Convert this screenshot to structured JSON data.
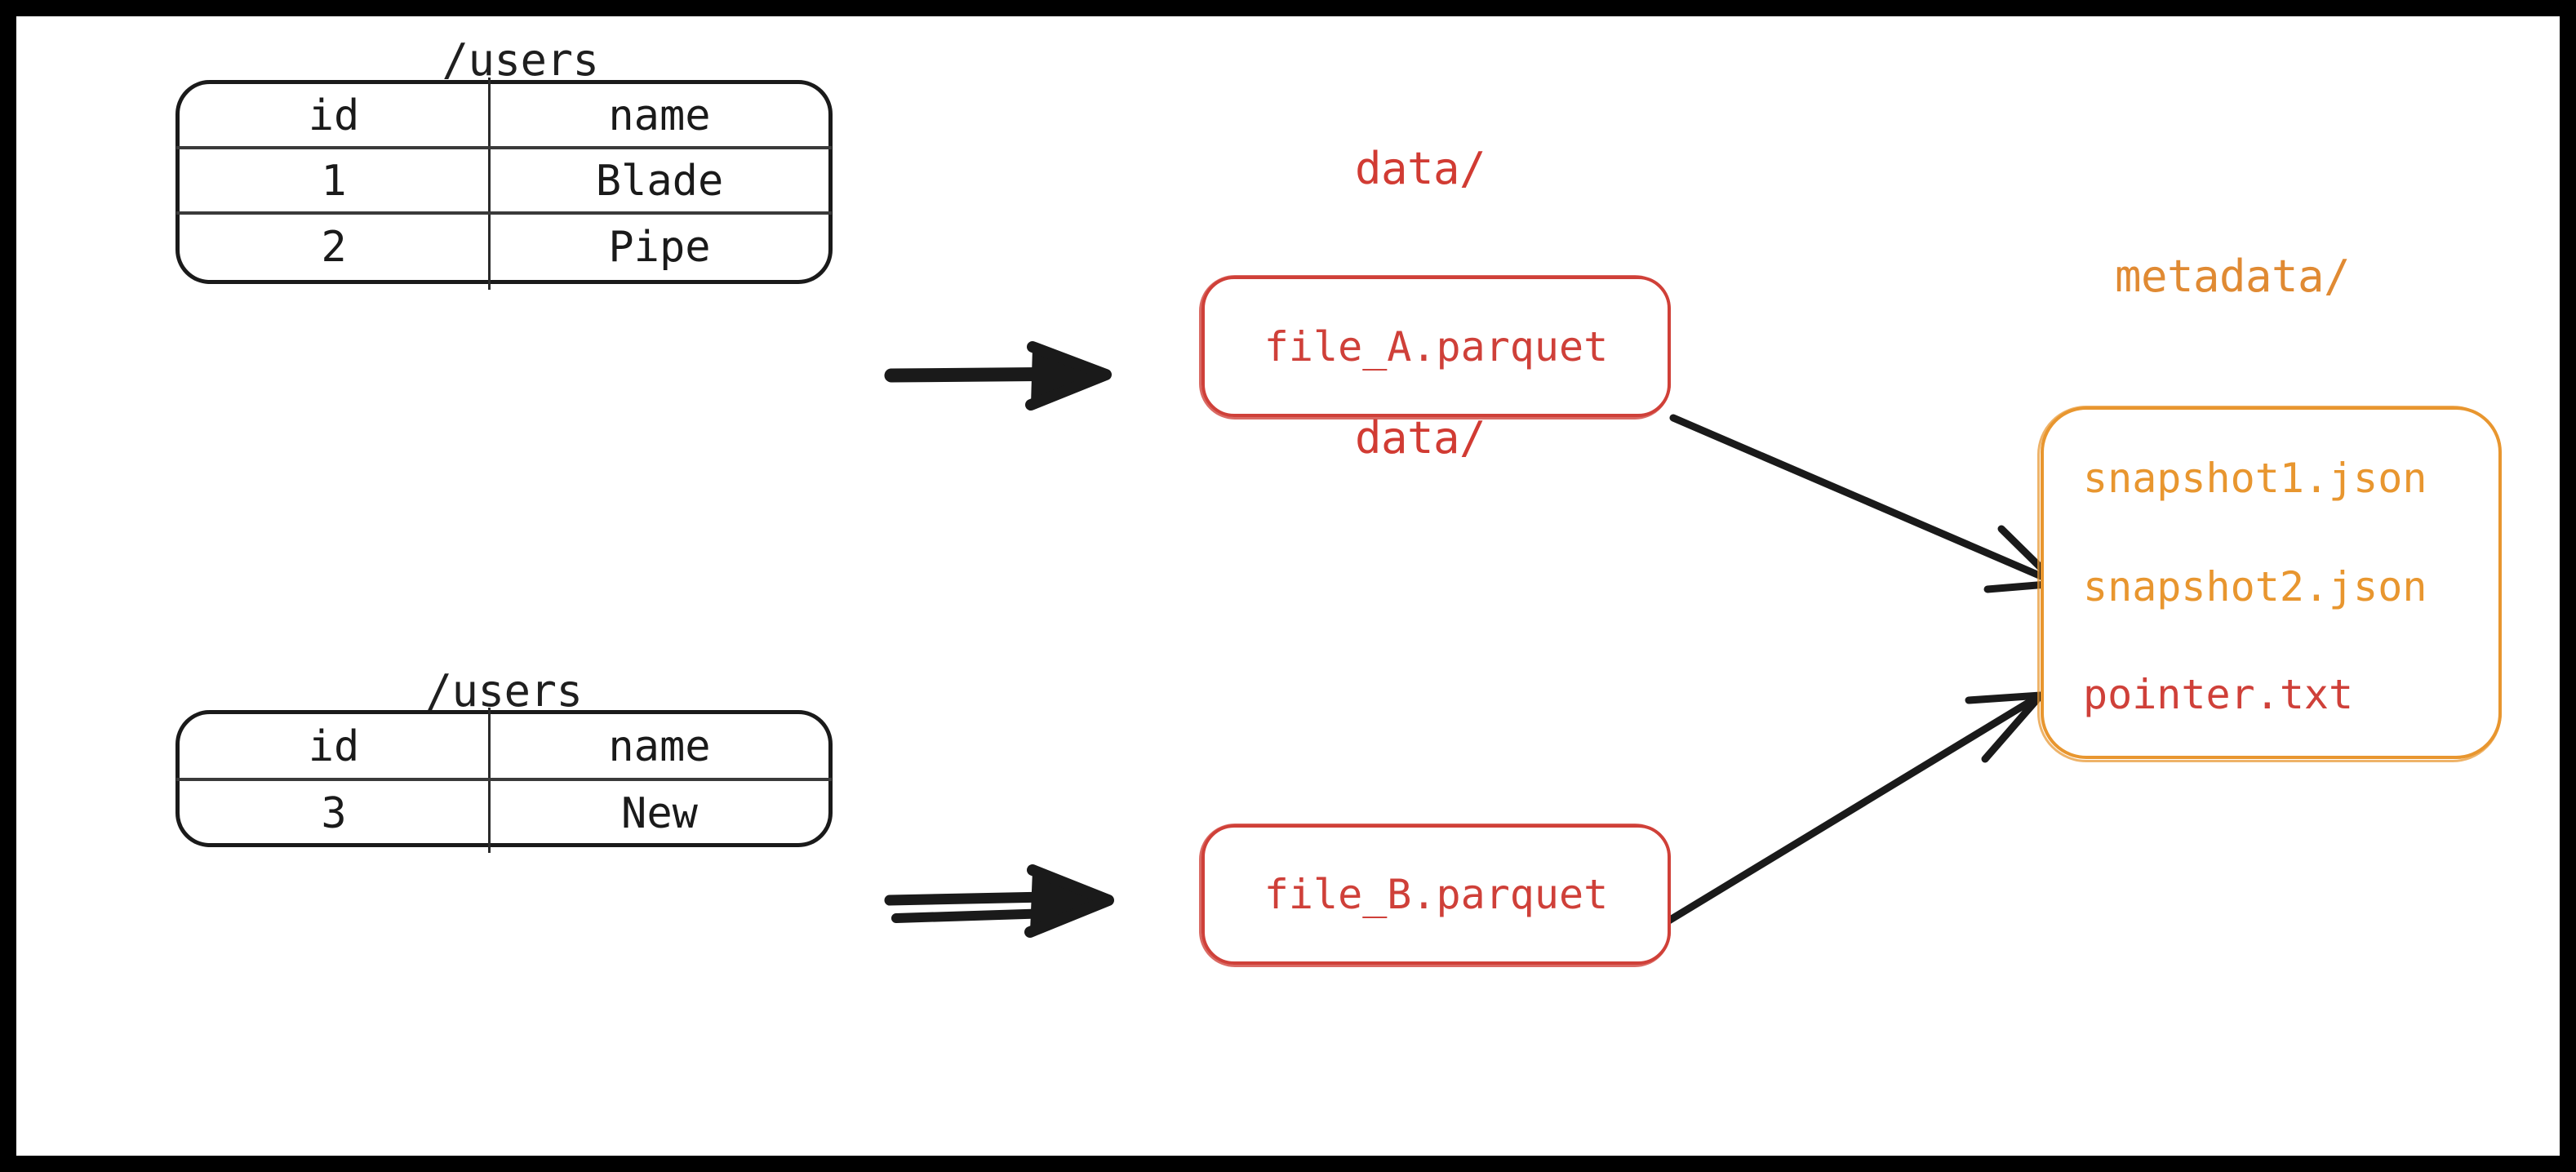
{
  "diagram": {
    "title_semantic": "iceberg-table-data-and-metadata-layout",
    "colors": {
      "ink": "#1a1a1a",
      "red": "#cf4039",
      "orange": "#e8962f",
      "frame": "#000000",
      "canvas": "#ffffff"
    }
  },
  "tables": [
    {
      "label": "/users",
      "columns": [
        "id",
        "name"
      ],
      "rows": [
        [
          "1",
          "Blade"
        ],
        [
          "2",
          "Pipe"
        ]
      ]
    },
    {
      "label": "/users",
      "columns": [
        "id",
        "name"
      ],
      "rows": [
        [
          "3",
          "New"
        ]
      ]
    }
  ],
  "data_dirs": [
    {
      "label": "data/",
      "file": "file_A.parquet"
    },
    {
      "label": "data/",
      "file": "file_B.parquet"
    }
  ],
  "metadata_dir": {
    "label": "metadata/",
    "files": [
      {
        "name": "snapshot1.json",
        "color": "#e8962f"
      },
      {
        "name": "snapshot2.json",
        "color": "#e8962f"
      },
      {
        "name": "pointer.txt",
        "color": "#cf4039"
      }
    ]
  },
  "arrows": [
    {
      "name": "table1-to-fileA",
      "style": "thick-straight"
    },
    {
      "name": "table2-to-fileB",
      "style": "thick-double-straight"
    },
    {
      "name": "fileA-to-snapshot1",
      "style": "thin-diagonal-down"
    },
    {
      "name": "fileB-to-snapshot2",
      "style": "thin-diagonal-up"
    }
  ]
}
